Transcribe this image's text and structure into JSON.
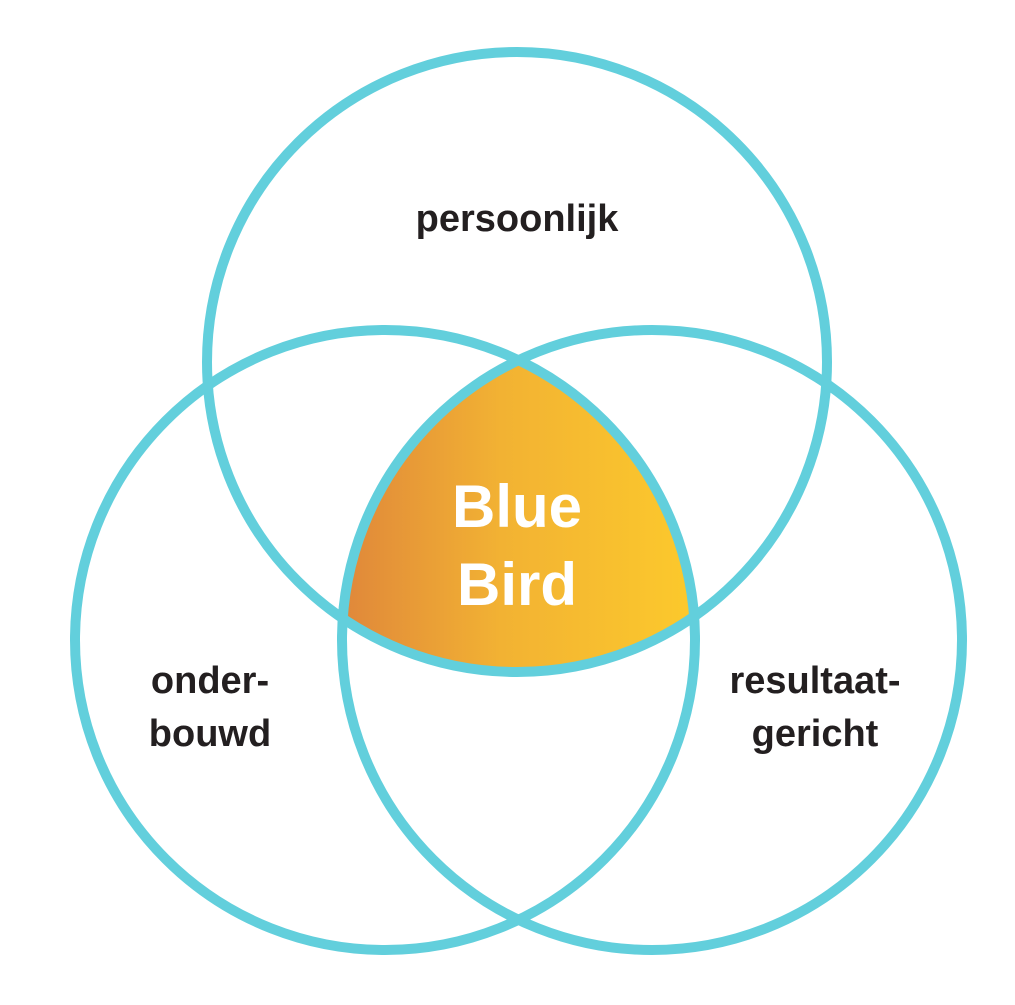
{
  "diagram": {
    "type": "venn",
    "colors": {
      "circle_stroke": "#62cfdc",
      "center_gradient_start": "#e0883a",
      "center_gradient_end": "#fcc92c",
      "label_text": "#231f20",
      "center_text": "#ffffff"
    },
    "sets": {
      "top": {
        "label": "persoonlijk"
      },
      "left": {
        "line1": "onder-",
        "line2": "bouwd"
      },
      "right": {
        "line1": "resultaat-",
        "line2": "gericht"
      }
    },
    "intersection": {
      "line1": "Blue",
      "line2": "Bird"
    }
  }
}
